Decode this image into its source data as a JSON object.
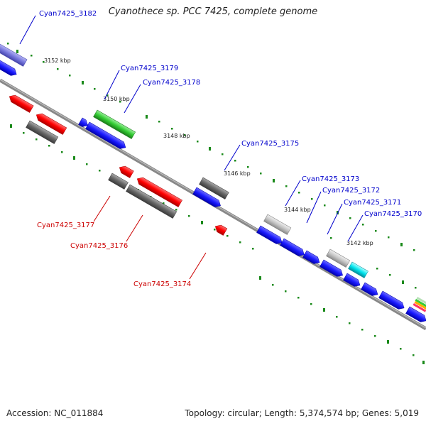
{
  "title": "Cyanothece sp. PCC 7425, complete genome",
  "footer": {
    "accession": "Accession: NC_011884",
    "summary": "Topology: circular; Length: 5,374,574 bp; Genes: 5,019"
  },
  "colors": {
    "forward_gene": "#1a1aff",
    "reverse_gene": "#ff0000",
    "gray_gene": "#666666",
    "light_gray_gene": "#c0c0c0",
    "green_gene": "#33cc33",
    "cyan_gene": "#00e5ee",
    "purple_gene": "#7777dd",
    "backbone": "#888888",
    "tick": "#1a8a1a",
    "forward_label": "#0000cc",
    "reverse_label": "#cc0000"
  },
  "scale_labels": [
    "3152 kbp",
    "3150 kbp",
    "3148 kbp",
    "3146 kbp",
    "3144 kbp",
    "3142 kbp"
  ],
  "gene_labels_forward": [
    "Cyan7425_3182",
    "Cyan7425_3179",
    "Cyan7425_3178",
    "Cyan7425_3175",
    "Cyan7425_3173",
    "Cyan7425_3172",
    "Cyan7425_3171",
    "Cyan7425_3170"
  ],
  "gene_labels_reverse": [
    "Cyan7425_3177",
    "Cyan7425_3176",
    "Cyan7425_3174"
  ]
}
